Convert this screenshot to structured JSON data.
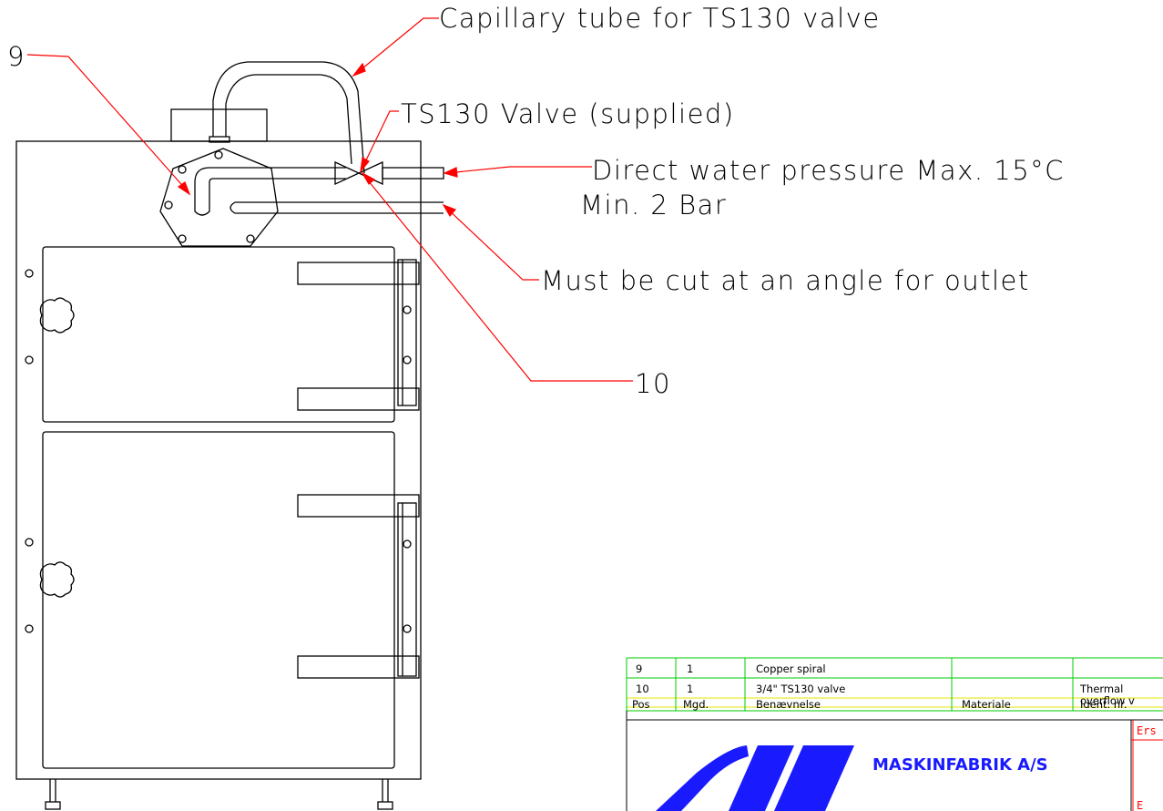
{
  "callouts": {
    "capillary": "Capillary tube for TS130 valve",
    "valve": "TS130 Valve (supplied)",
    "pressure_line1": "Direct water pressure Max. 15°C",
    "pressure_line2": "Min. 2 Bar",
    "outlet": "Must be cut at an angle for outlet",
    "pos9": "9",
    "pos10": "10"
  },
  "parts_table": {
    "rows": [
      {
        "pos": "9",
        "qty": "1",
        "name": "Copper spiral",
        "material": "",
        "ident": ""
      },
      {
        "pos": "10",
        "qty": "1",
        "name": "3/4\" TS130 valve",
        "material": "",
        "ident": "Thermal",
        "ident2": "overflow v"
      }
    ],
    "header": {
      "pos": "Pos",
      "qty": "Mgd.",
      "name": "Benævnelse",
      "material": "Materiale",
      "ident": "Ident. nr."
    }
  },
  "title_block": {
    "company": "MASKINFABRIK A/S",
    "field1": "Ers",
    "field2": "E"
  },
  "colors": {
    "leader": "#ff0000",
    "table_grid": "#00cc00",
    "table_grid_alt": "#e6e600",
    "brand": "#1a1aff"
  }
}
